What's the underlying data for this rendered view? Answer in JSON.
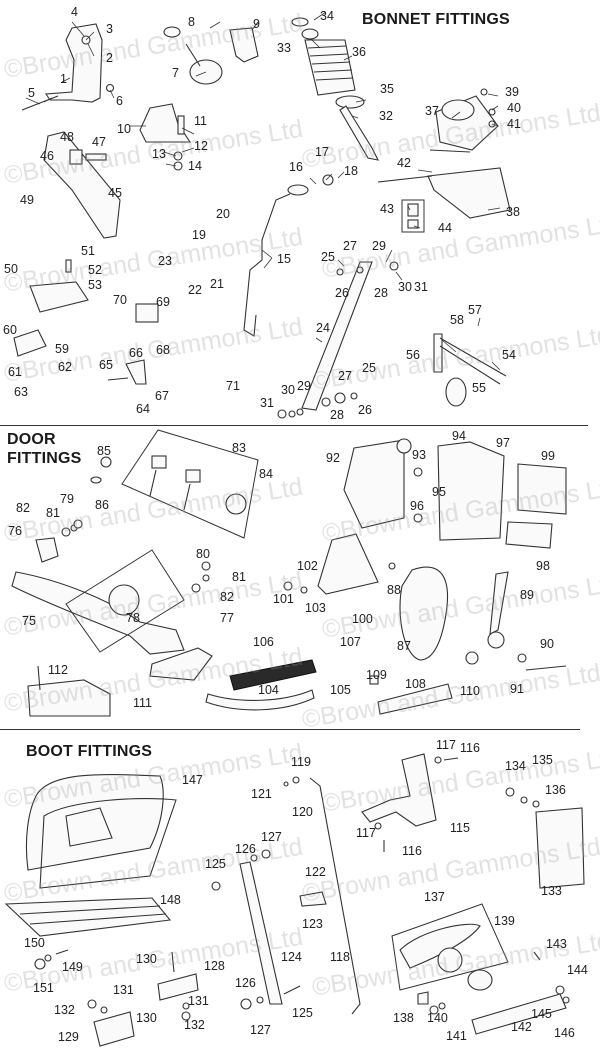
{
  "watermark": "©Brown and Gammons Ltd",
  "sections": [
    {
      "id": "bonnet",
      "title": "BONNET FITTINGS"
    },
    {
      "id": "door",
      "title": "DOOR\nFITTINGS"
    },
    {
      "id": "boot",
      "title": "BOOT FITTINGS"
    }
  ],
  "callouts": {
    "bonnet": [
      "1",
      "2",
      "3",
      "4",
      "5",
      "6",
      "7",
      "8",
      "9",
      "10",
      "11",
      "12",
      "13",
      "14",
      "15",
      "16",
      "17",
      "18",
      "19",
      "20",
      "21",
      "22",
      "23",
      "24",
      "25",
      "26",
      "27",
      "28",
      "29",
      "30",
      "31",
      "32",
      "33",
      "34",
      "35",
      "36",
      "37",
      "38",
      "39",
      "40",
      "41",
      "42",
      "43",
      "44",
      "45",
      "46",
      "47",
      "48",
      "49",
      "50",
      "51",
      "52",
      "53",
      "54",
      "55",
      "56",
      "57",
      "58",
      "59",
      "60",
      "61",
      "62",
      "63",
      "64",
      "65",
      "66",
      "67",
      "68",
      "69",
      "70",
      "71",
      "25b",
      "26b",
      "27b",
      "28b",
      "29b",
      "30b",
      "31b"
    ],
    "door": [
      "75",
      "76",
      "77",
      "78",
      "79",
      "80",
      "81",
      "82",
      "81b",
      "82b",
      "83",
      "84",
      "85",
      "86",
      "87",
      "88",
      "89",
      "90",
      "91",
      "92",
      "93",
      "94",
      "95",
      "96",
      "97",
      "98",
      "99",
      "100",
      "101",
      "102",
      "103",
      "104",
      "105",
      "106",
      "107",
      "108",
      "109",
      "110",
      "111",
      "112"
    ],
    "boot": [
      "115",
      "116",
      "117",
      "116b",
      "117b",
      "118",
      "119",
      "120",
      "121",
      "122",
      "123",
      "124",
      "125",
      "126",
      "127",
      "125b",
      "126b",
      "127b",
      "128",
      "129",
      "130",
      "131",
      "132",
      "130b",
      "131b",
      "132b",
      "133",
      "134",
      "135",
      "136",
      "137",
      "138",
      "139",
      "140",
      "141",
      "142",
      "143",
      "144",
      "145",
      "146",
      "147",
      "148",
      "149",
      "150",
      "151"
    ]
  }
}
